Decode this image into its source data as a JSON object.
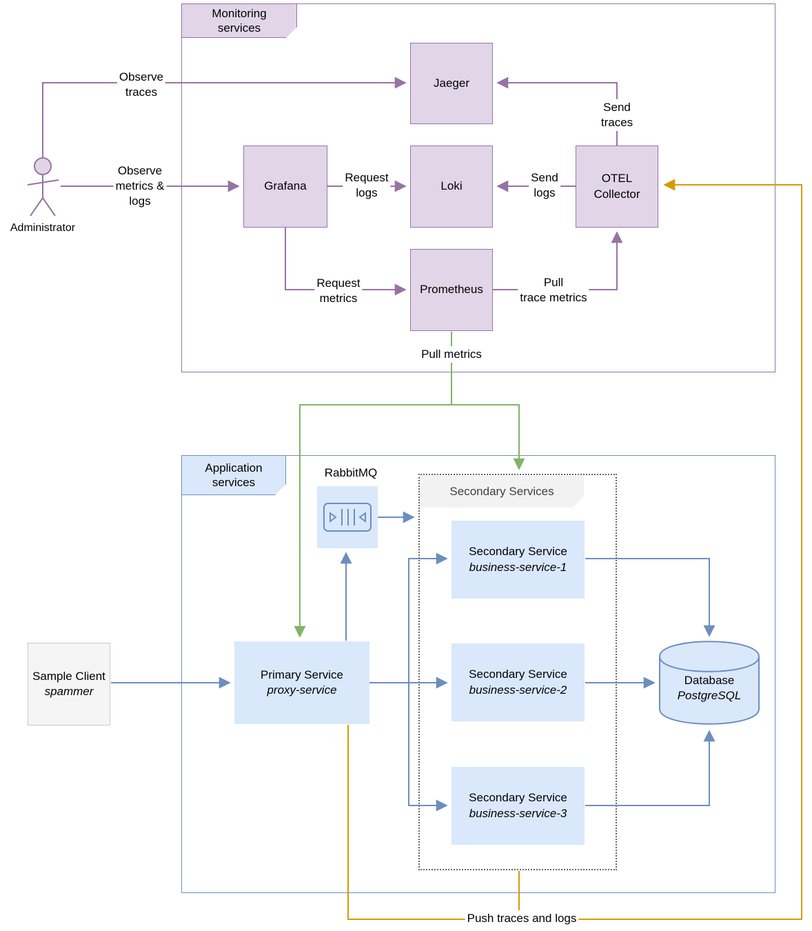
{
  "diagram": {
    "groups": {
      "monitoring": {
        "label": "Monitoring\nservices"
      },
      "application": {
        "label": "Application\nservices"
      },
      "secondary": {
        "label": "Secondary Services"
      }
    },
    "nodes": {
      "administrator": {
        "label": "Administrator"
      },
      "jaeger": {
        "label": "Jaeger"
      },
      "grafana": {
        "label": "Grafana"
      },
      "loki": {
        "label": "Loki"
      },
      "otel": {
        "label": "OTEL\nCollector"
      },
      "prometheus": {
        "label": "Prometheus"
      },
      "rabbitmq": {
        "label": "RabbitMQ"
      },
      "primary": {
        "title": "Primary Service",
        "subtitle": "proxy-service"
      },
      "secondary1": {
        "title": "Secondary Service",
        "subtitle": "business-service-1"
      },
      "secondary2": {
        "title": "Secondary Service",
        "subtitle": "business-service-2"
      },
      "secondary3": {
        "title": "Secondary Service",
        "subtitle": "business-service-3"
      },
      "client": {
        "title": "Sample Client",
        "subtitle": "spammer"
      },
      "database": {
        "title": "Database",
        "subtitle": "PostgreSQL"
      }
    },
    "edges": {
      "observe_traces": "Observe\ntraces",
      "observe_metrics_logs": "Observe\nmetrics &\nlogs",
      "request_logs": "Request\nlogs",
      "send_logs": "Send\nlogs",
      "send_traces": "Send\ntraces",
      "request_metrics": "Request\nmetrics",
      "pull_trace_metrics": "Pull\ntrace metrics",
      "pull_metrics": "Pull metrics",
      "push_traces_logs": "Push traces and logs"
    },
    "colors": {
      "purple_stroke": "#9673a6",
      "purple_fill": "#e1d5e7",
      "blue_stroke": "#6c8ebf",
      "blue_fill": "#dae8fc",
      "green": "#82b366",
      "orange": "#d79b00",
      "gray_stroke": "#666666",
      "gray_fill": "#f5f5f5"
    }
  }
}
